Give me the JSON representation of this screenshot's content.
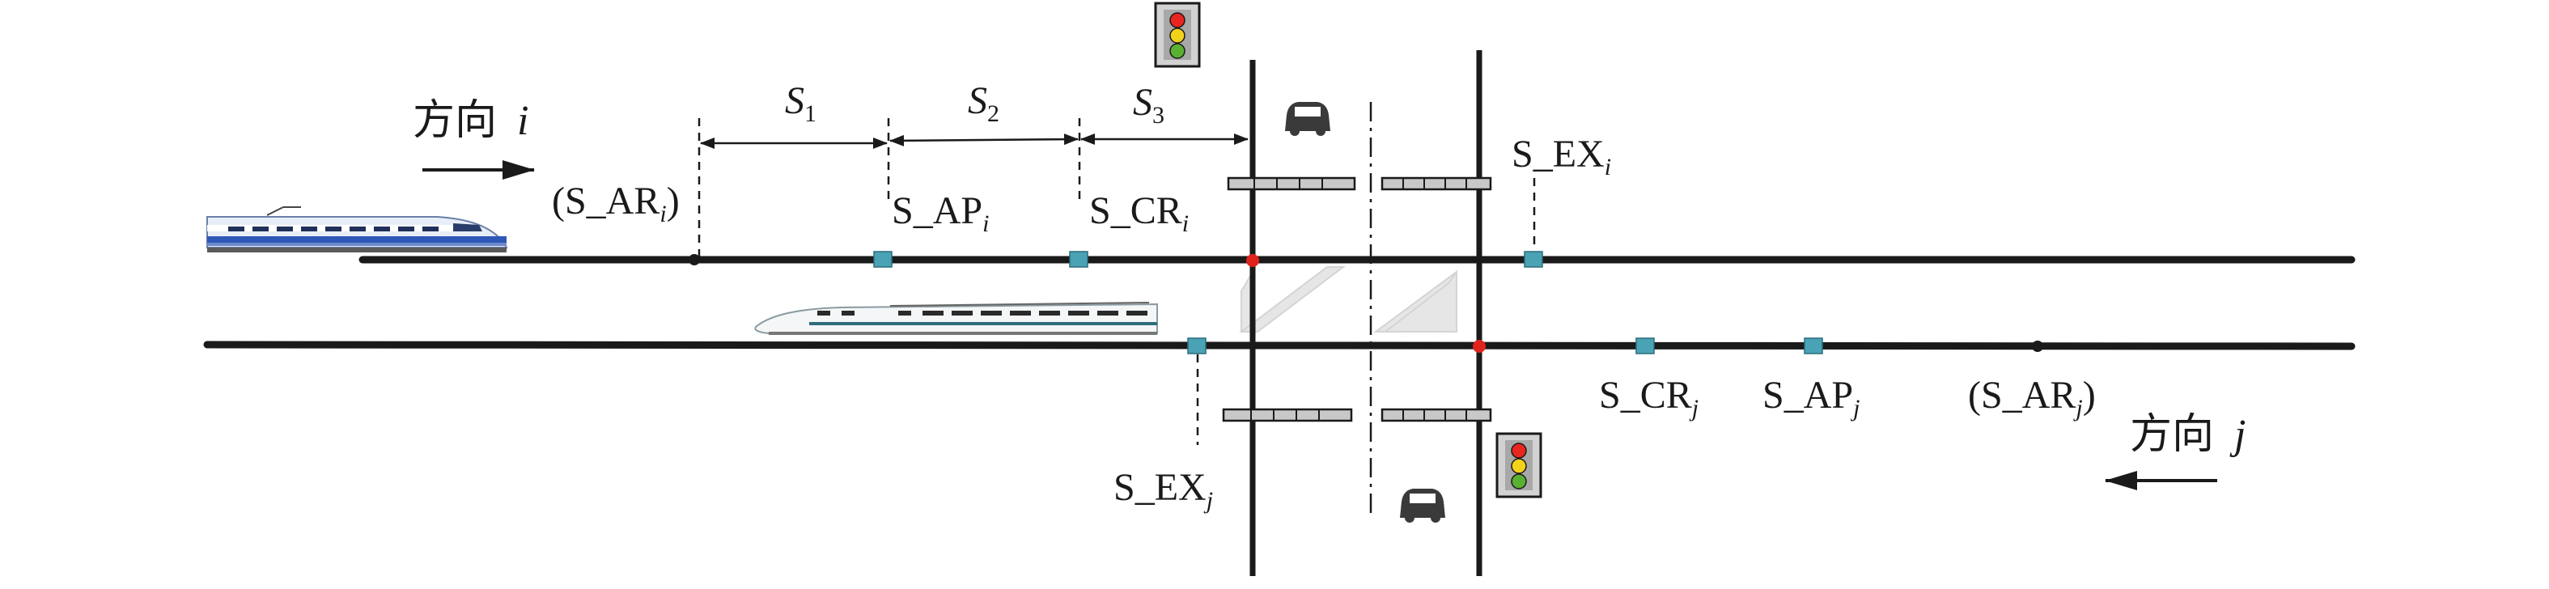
{
  "diagram": {
    "directions": {
      "i": {
        "word": "方向",
        "letter": "i"
      },
      "j": {
        "word": "方向",
        "letter": "j"
      }
    },
    "segments": [
      {
        "name": "S",
        "sub": "1"
      },
      {
        "name": "S",
        "sub": "2"
      },
      {
        "name": "S",
        "sub": "3"
      }
    ],
    "points_i": {
      "ar": {
        "open": "(",
        "base": "S_AR",
        "sub": "i",
        "close": ")"
      },
      "ap": {
        "base": "S_AP",
        "sub": "i"
      },
      "cr": {
        "base": "S_CR",
        "sub": "i"
      },
      "ex": {
        "base": "S_EX",
        "sub": "i"
      }
    },
    "points_j": {
      "ex": {
        "base": "S_EX",
        "sub": "j"
      },
      "cr": {
        "base": "S_CR",
        "sub": "j"
      },
      "ap": {
        "base": "S_AP",
        "sub": "j"
      },
      "ar": {
        "open": "(",
        "base": "S_AR",
        "sub": "j",
        "close": ")"
      }
    },
    "colors": {
      "track": "#1a1a1a",
      "sensor": "#4aa3b4",
      "crossing_point": "#e0231c",
      "gate": "#c8c8c8",
      "light_red": "#e8251f",
      "light_yellow": "#f2d21a",
      "light_green": "#5ab031"
    }
  }
}
